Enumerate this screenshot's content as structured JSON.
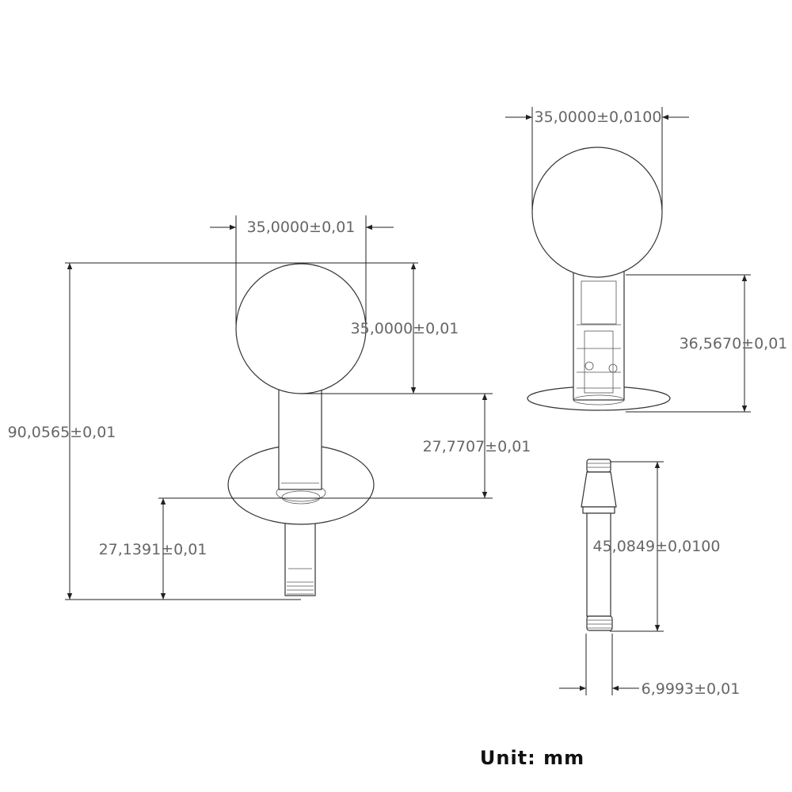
{
  "drawing": {
    "dimensions": {
      "main_top_width": "35,0000±0,01",
      "main_ball_height": "35,0000±0,01",
      "main_total_height": "90,0565±0,01",
      "main_neck_height": "27,7707±0,01",
      "main_stem_height": "27,1391±0,01",
      "side_top_width": "35,0000±0,0100",
      "side_height": "36,5670±0,01",
      "pin_length": "45,0849±0,0100",
      "pin_diameter": "6,9993±0,01"
    },
    "unit_label": "Unit: mm"
  }
}
